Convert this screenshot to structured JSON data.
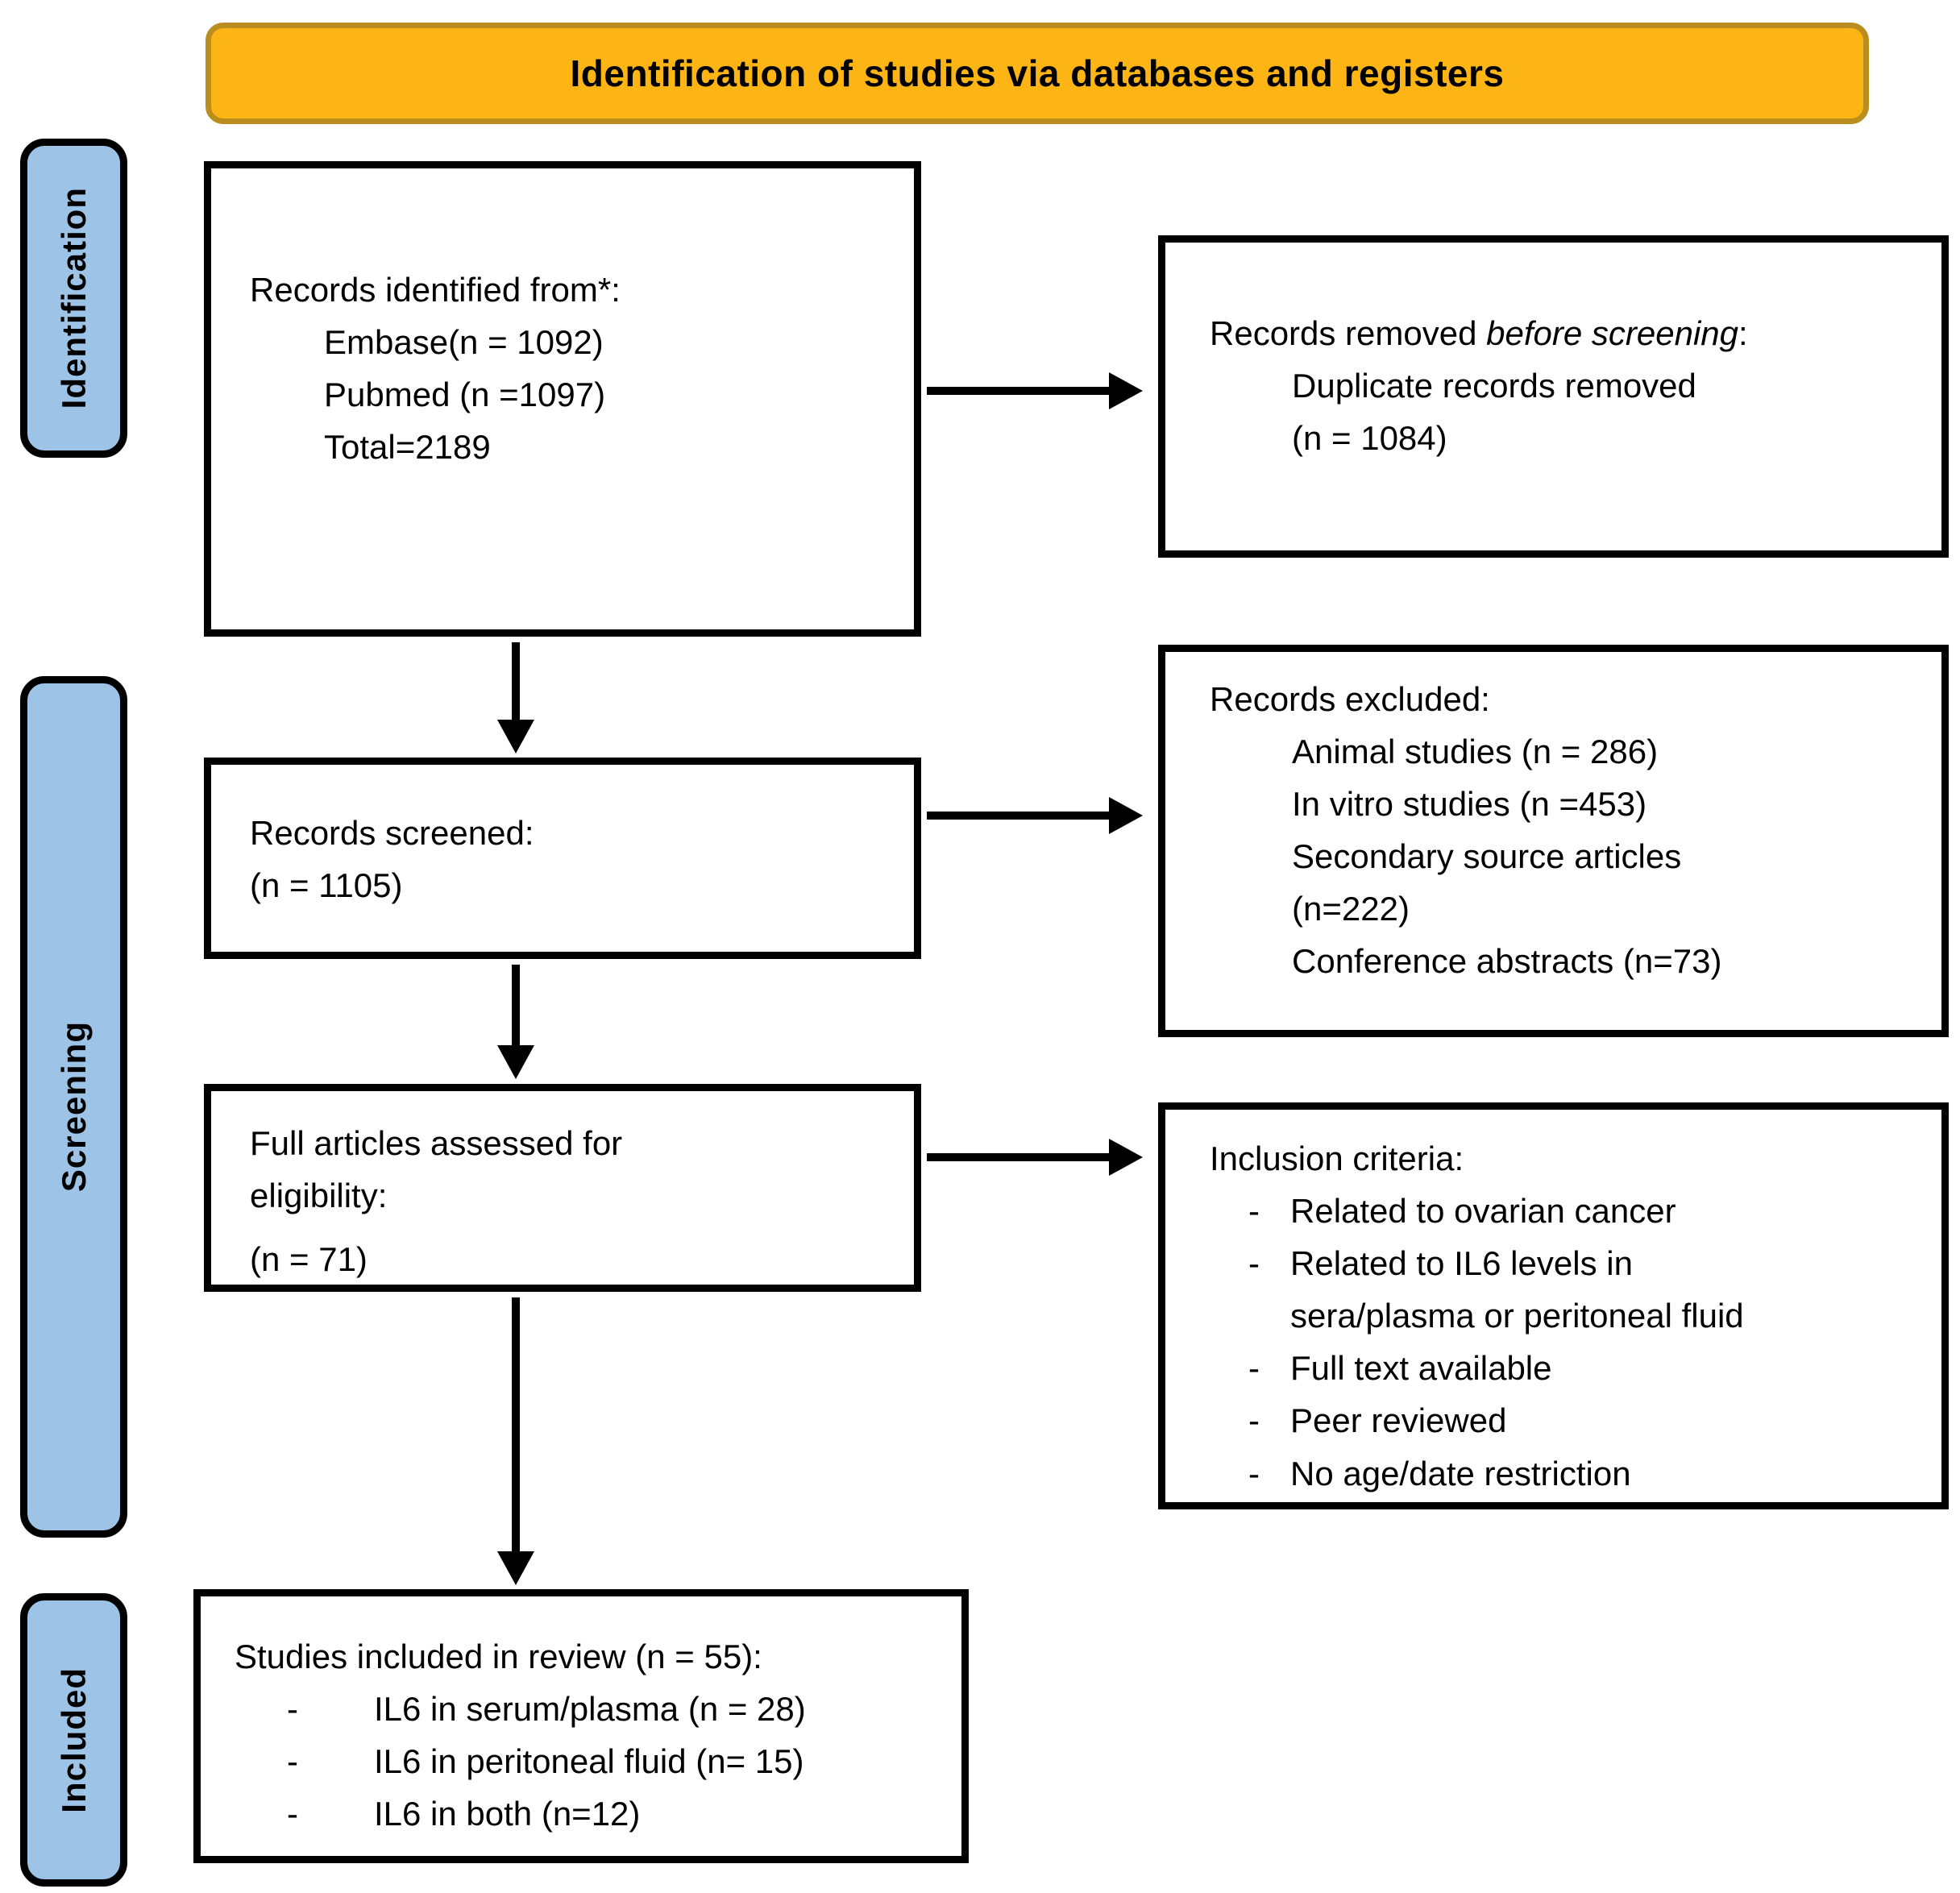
{
  "banner": {
    "title": "Identification of studies via databases and registers"
  },
  "stages": [
    {
      "label": "Identification"
    },
    {
      "label": "Screening"
    },
    {
      "label": "Included"
    }
  ],
  "boxes": {
    "identified": {
      "title": "Records identified from*:",
      "items": [
        "Embase(n = 1092)",
        "Pubmed (n =1097)",
        "Total=2189"
      ]
    },
    "removed": {
      "title_prefix": "Records removed ",
      "title_italic": "before screening",
      "title_suffix": ":",
      "items": [
        "Duplicate records removed",
        "(n = 1084)"
      ]
    },
    "screened": {
      "lines": [
        "Records screened:",
        "(n = 1105)"
      ]
    },
    "excluded": {
      "title": "Records excluded:",
      "items": [
        "Animal studies (n = 286)",
        "In vitro studies (n =453)",
        "Secondary source articles",
        "(n=222)",
        "Conference abstracts (n=73)"
      ]
    },
    "eligibility": {
      "lines": [
        "Full articles assessed for",
        "eligibility:",
        "(n = 71)"
      ]
    },
    "inclusion": {
      "title": "Inclusion criteria:",
      "items": [
        {
          "bullet": "-",
          "text": "Related to ovarian cancer"
        },
        {
          "bullet": "-",
          "text": "Related to IL6 levels in"
        },
        {
          "bullet": "",
          "text": "sera/plasma or peritoneal fluid"
        },
        {
          "bullet": "-",
          "text": "Full text available"
        },
        {
          "bullet": "-",
          "text": "Peer reviewed"
        },
        {
          "bullet": "-",
          "text": "No age/date restriction"
        }
      ]
    },
    "included": {
      "title": "Studies included in review (n = 55):",
      "items": [
        {
          "bullet": "-",
          "text": "IL6 in serum/plasma (n = 28)"
        },
        {
          "bullet": "-",
          "text": "IL6 in peritoneal fluid (n= 15)"
        },
        {
          "bullet": "-",
          "text": "IL6 in both (n=12)"
        }
      ]
    }
  },
  "colors": {
    "banner_fill": "#FCB514",
    "banner_border": "#B98E1F",
    "stage_fill": "#9DC3E6",
    "box_border": "#000000",
    "background": "#FFFFFF"
  }
}
